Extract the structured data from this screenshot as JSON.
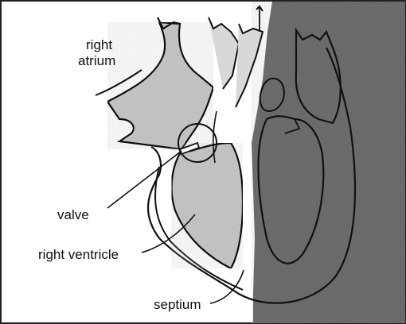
{
  "diagram": {
    "labels": {
      "right_atrium_line1": "right",
      "right_atrium_line2": "atrium",
      "valve": "valve",
      "right_ventricle": "right ventricle",
      "septium": "septium"
    },
    "colors": {
      "background": "#ffffff",
      "shaded_half": "#6f6f6f",
      "chamber_fill": "#c9c9c9",
      "outline": "#111111"
    }
  }
}
